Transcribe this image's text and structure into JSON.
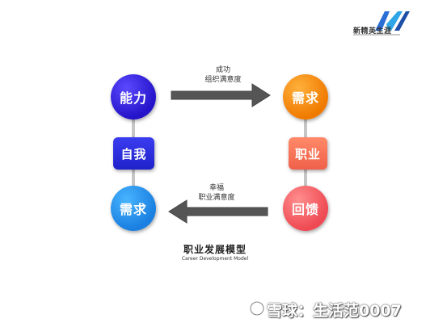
{
  "logo": {
    "text": "新精英生涯"
  },
  "nodes": {
    "ability": "能力",
    "need_top": "需求",
    "self": "自我",
    "job": "职业",
    "need_bottom": "需求",
    "feedback": "回馈"
  },
  "arrows": {
    "top": {
      "line1": "成功",
      "line2": "组织满意度"
    },
    "bottom": {
      "line1": "幸福",
      "line2": "职业满意度"
    }
  },
  "caption": {
    "title": "职业发展模型",
    "subtitle": "Career Development Model"
  },
  "watermark": "雪球：生活范0007",
  "colors": {
    "ability": "#2a1ad8",
    "need_top": "#f58a10",
    "self": "#2a2ee0",
    "job": "#f47056",
    "need_bottom": "#2a93ee",
    "feedback": "#f25a60",
    "arrow": "#555555",
    "connector": "#c6c6c6"
  }
}
